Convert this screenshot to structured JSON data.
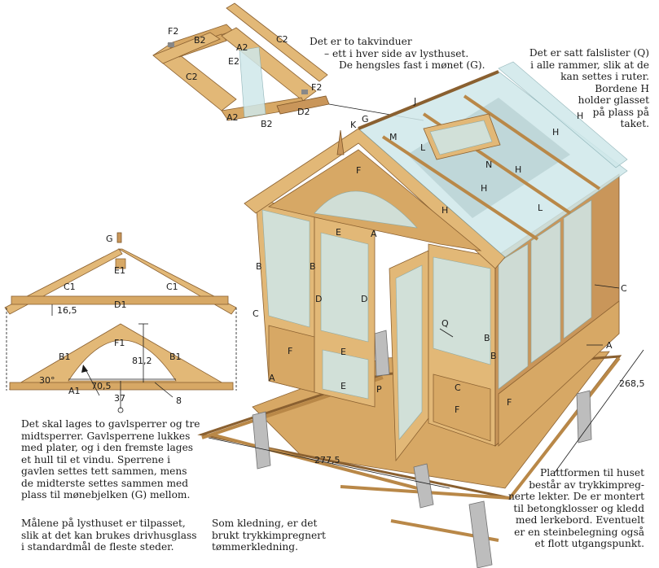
{
  "notes": {
    "roof_windows": [
      "Det er to takvinduer",
      "– ett i hver side av lysthuset.",
      "De hengsles fast i mønet (G)."
    ],
    "false_strips": [
      "Det er satt falslister (Q)",
      "i alle rammer, slik at de",
      "kan settes i ruter.",
      "Bordene H",
      "holder glasset",
      "på plass på",
      "taket."
    ],
    "rafters": [
      "Det skal lages to gavlsperrer og tre",
      "midtsperrer. Gavlsperrene lukkes",
      "med plater, og i den fremste lages",
      "et hull til et vindu. Sperrene i",
      "gavlen settes tett sammen, mens",
      "de midterste settes sammen med",
      "plass til mønebjelken (G) mellom."
    ],
    "dimensions": [
      "Målene på lysthuset er tilpasset,",
      "slik at det kan brukes drivhusglass",
      "i standardmål de fleste steder."
    ],
    "cladding": [
      "Som kledning, er det",
      "brukt trykkimpregnert",
      "tømmerkledning."
    ],
    "platform": [
      "Plattformen til huset",
      "består av trykkimpreg-",
      "nerte lekter. De er montert",
      "til betongklosser og kledd",
      "med lerkebord. Eventuelt",
      "er en steinbelegning også",
      "et flott utgangspunkt."
    ]
  },
  "window_frame_labels": {
    "f2_top": "F2",
    "b2_top": "B2",
    "c2_top": "C2",
    "a2_top": "A2",
    "e2": "E2",
    "c2_left": "C2",
    "a2_bottom": "A2",
    "f2_right": "F2",
    "b2_bottom": "B2",
    "d2": "D2"
  },
  "rafter_labels": {
    "g": "G",
    "e1": "E1",
    "c1_left": "C1",
    "c1_right": "C1",
    "d1": "D1",
    "dim_16_5": "16,5",
    "f1": "F1",
    "b1_left": "B1",
    "b1_right": "B1",
    "dim_81_2": "81,2",
    "angle_30": "30°",
    "dim_70_5": "70,5",
    "a1": "A1",
    "dim_37": "37",
    "dim_8": "8"
  },
  "house_labels": {
    "j": "J",
    "k": "K",
    "g": "G",
    "m": "M",
    "l_top": "L",
    "n": "N",
    "h_1": "H",
    "h_2": "H",
    "h_3": "H",
    "h_4": "H",
    "l_side": "L",
    "f_gable": "F",
    "e_top": "E",
    "a_top": "A",
    "b_left": "B",
    "b_door": "B",
    "d_left": "D",
    "d_right": "D",
    "c_left": "C",
    "f_left": "F",
    "e_mid": "E",
    "e_low": "E",
    "q": "Q",
    "b_right1": "B",
    "b_right2": "B",
    "c_bottom": "C",
    "p": "P",
    "f_right": "F",
    "f_side": "F",
    "c_right": "C",
    "a_right": "A",
    "a_left": "A",
    "dim_268_5": "268,5",
    "dim_277_5": "277,5"
  }
}
